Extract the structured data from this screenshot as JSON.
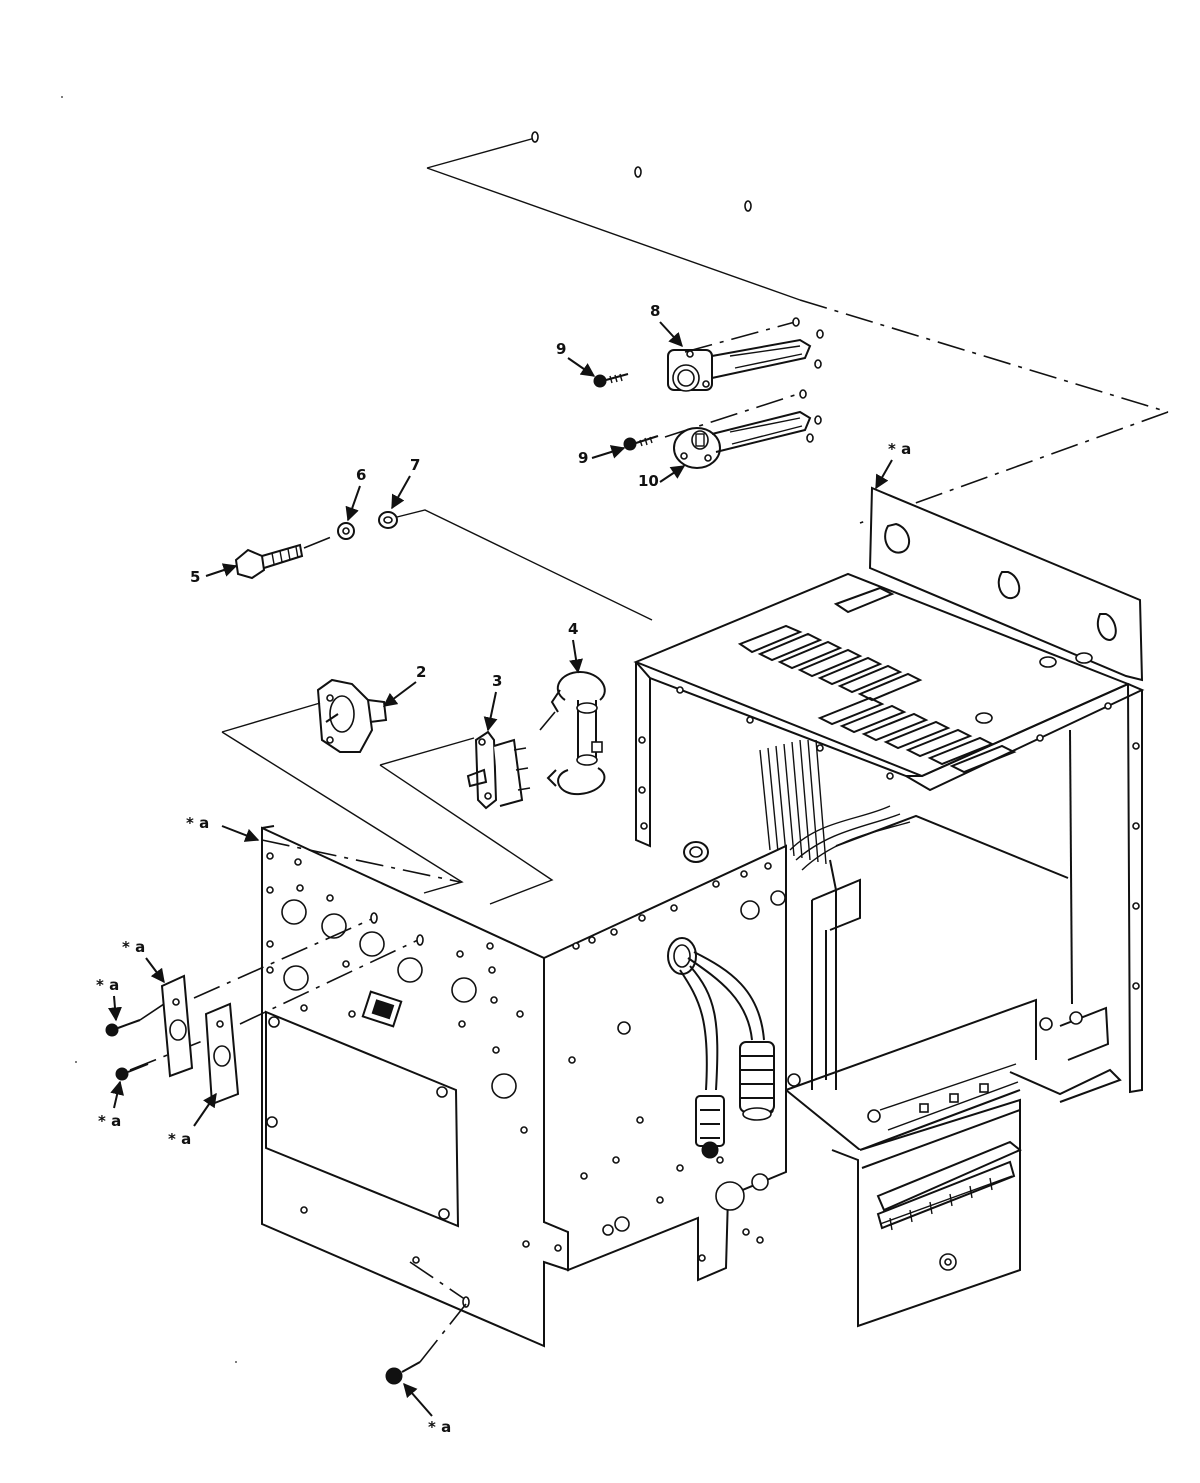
{
  "callouts": {
    "c1": "2",
    "c2": "3",
    "c3": "4",
    "c4": "5",
    "c5": "6",
    "c6": "7",
    "c7": "8",
    "c8": "9",
    "c9": "9",
    "c10": "10",
    "a1": "* a",
    "a2": "* a",
    "a3": "* a",
    "a4": "* a",
    "a5": "* a",
    "a6": "* a",
    "a7": "* a"
  }
}
